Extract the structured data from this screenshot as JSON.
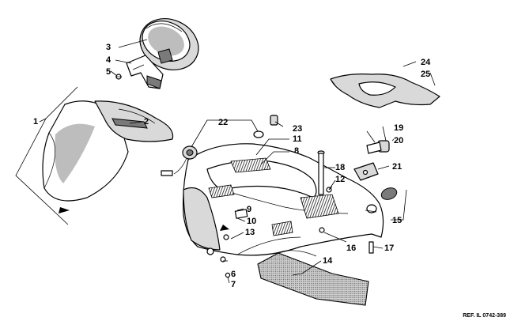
{
  "diagram": {
    "reference": "REF. IL 0742-389",
    "callouts": [
      "1",
      "2",
      "3",
      "4",
      "5",
      "6",
      "7",
      "8",
      "9",
      "10",
      "11",
      "12",
      "13",
      "14",
      "15",
      "16",
      "17",
      "18",
      "19",
      "20",
      "21",
      "22",
      "23",
      "24",
      "25"
    ]
  }
}
